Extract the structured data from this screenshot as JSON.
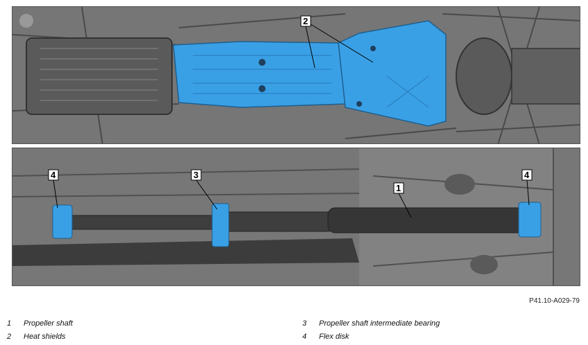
{
  "figure": {
    "reference_code": "P41.10-A029-79",
    "colors": {
      "highlight": "#3aa0e6",
      "background_part": "#6e6e6e",
      "dark_part": "#3c3c3c"
    },
    "callouts": {
      "top": [
        {
          "number": "2"
        }
      ],
      "bottom": [
        {
          "number": "4"
        },
        {
          "number": "3"
        },
        {
          "number": "1"
        },
        {
          "number": "4"
        }
      ]
    },
    "legend": [
      {
        "number": "1",
        "label": "Propeller shaft"
      },
      {
        "number": "2",
        "label": "Heat shields"
      },
      {
        "number": "3",
        "label": "Propeller shaft intermediate bearing"
      },
      {
        "number": "4",
        "label": "Flex disk"
      }
    ]
  }
}
